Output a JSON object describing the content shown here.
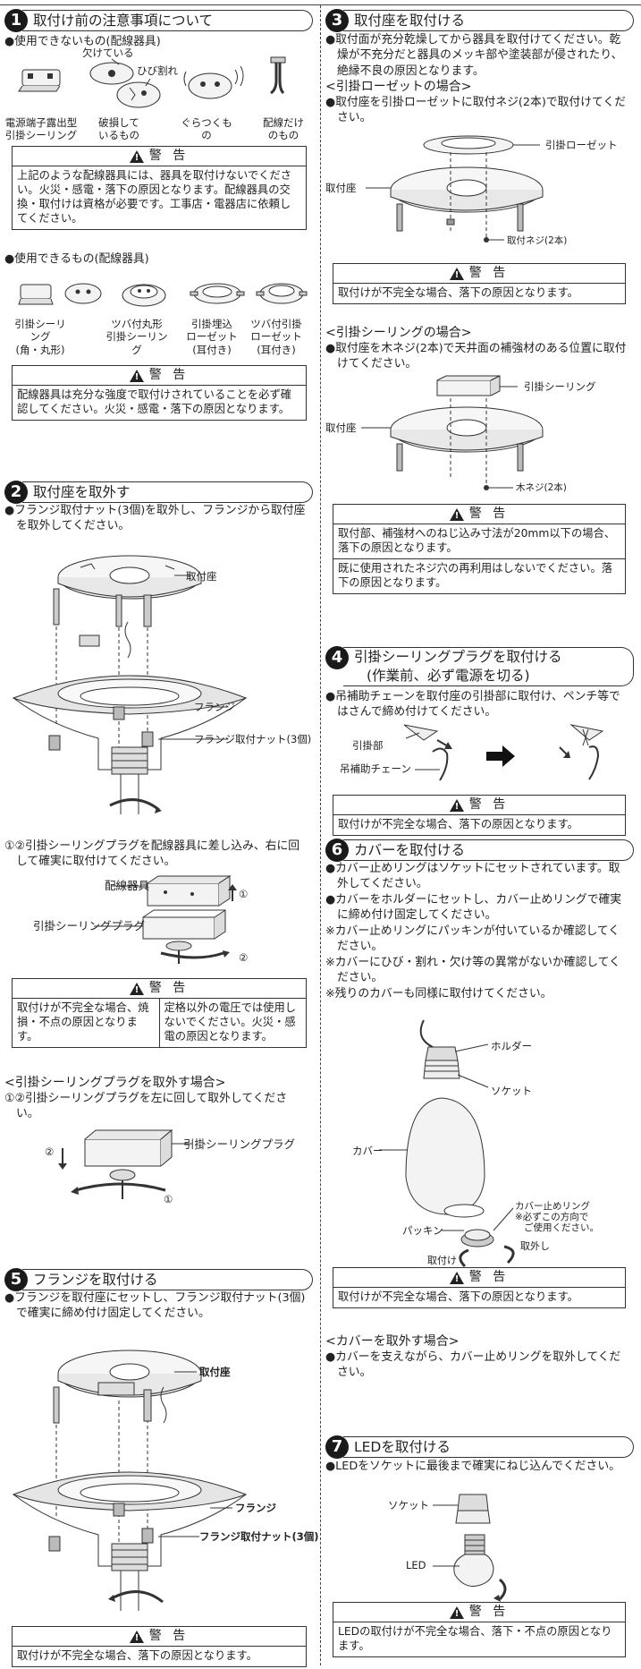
{
  "s1": {
    "num": "1",
    "title": "取付け前の注意事項について",
    "unusable_heading": "●使用できないもの(配線器具)",
    "unusable_items": [
      "電源端子露出型\n引掛シーリング",
      "破損して\nいるもの",
      "ぐらつくもの",
      "配線だけ\nのもの"
    ],
    "crack_labels": [
      "欠けている",
      "ひび割れ"
    ],
    "warn1_title": "警 告",
    "warn1_text": "上記のような配線器具には、器具を取付けないでください。火災・感電・落下の原因となります。配線器具の交換・取付けは資格が必要です。工事店・電器店に依頼してください。",
    "usable_heading": "●使用できるもの(配線器具)",
    "usable_items": [
      "引掛シーリング\n(角・丸形)",
      "ツバ付丸形\n引掛シーリング",
      "引掛埋込\nローゼット\n(耳付き)",
      "ツバ付引掛\nローゼット\n(耳付き)"
    ],
    "warn2_title": "警 告",
    "warn2_text": "配線器具は充分な強度で取付けされていることを必ず確認してください。火災・感電・落下の原因となります。"
  },
  "s2": {
    "num": "2",
    "title": "取付座を取外す",
    "text": "●フランジ取付ナット(3個)を取外し、フランジから取付座を取外してください。",
    "labels": {
      "base": "取付座",
      "flange": "フランジ",
      "nut": "フランジ取付ナット(3個)"
    },
    "plug_text": "①②引掛シーリングプラグを配線器具に差し込み、右に回して確実に取付けてください。",
    "plug_labels": {
      "fixture": "配線器具",
      "plug": "引掛シーリングプラグ",
      "n1": "①",
      "n2": "②"
    },
    "warn_title": "警 告",
    "warn_cells": [
      "取付けが不完全な場合、焼損・不点の原因となります。",
      "定格以外の電圧では使用しないでください。火災・感電の原因となります。"
    ],
    "remove_heading": "<引掛シーリングプラグを取外す場合>",
    "remove_text": "①②引掛シーリングプラグを左に回して取外してください。",
    "remove_labels": {
      "plug": "引掛シーリングプラグ",
      "n1": "①",
      "n2": "②"
    }
  },
  "s5": {
    "num": "5",
    "title": "フランジを取付ける",
    "text": "●フランジを取付座にセットし、フランジ取付ナット(3個)で確実に締め付け固定してください。",
    "labels": {
      "base": "取付座",
      "flange": "フランジ",
      "nut": "フランジ取付ナット(3個)"
    },
    "warn_title": "警 告",
    "warn_text": "取付けが不完全な場合、落下の原因となります。"
  },
  "s3": {
    "num": "3",
    "title": "取付座を取付ける",
    "text": "●取付面が充分乾燥してから器具を取付けてください。乾燥が不充分だと器具のメッキ部や塗装部が侵されたり、絶縁不良の原因となります。",
    "rosette_heading": "<引掛ローゼットの場合>",
    "rosette_text": "●取付座を引掛ローゼットに取付ネジ(2本)で取付けてください。",
    "rosette_labels": {
      "rosette": "引掛ローゼット",
      "base": "取付座",
      "screw": "取付ネジ(2本)"
    },
    "warn1_title": "警 告",
    "warn1_text": "取付けが不完全な場合、落下の原因となります。",
    "ceiling_heading": "<引掛シーリングの場合>",
    "ceiling_text": "●取付座を木ネジ(2本)で天井面の補強材のある位置に取付けてください。",
    "ceiling_labels": {
      "ceiling": "引掛シーリング",
      "base": "取付座",
      "screw": "木ネジ(2本)"
    },
    "warn2_title": "警 告",
    "warn2_texts": [
      "取付部、補強材へのねじ込み寸法が20mm以下の場合、落下の原因となります。",
      "既に使用されたネジ穴の再利用はしないでください。落下の原因となります。"
    ]
  },
  "s4": {
    "num": "4",
    "title_line1": "引掛シーリングプラグを取付ける",
    "title_line2": "(作業前、必ず電源を切る)",
    "text": "●吊補助チェーンを取付座の引掛部に取付け、ペンチ等ではさんで締め付けてください。",
    "labels": {
      "hook": "引掛部",
      "chain": "吊補助チェーン"
    },
    "warn_title": "警 告",
    "warn_text": "取付けが不完全な場合、落下の原因となります。"
  },
  "s6": {
    "num": "6",
    "title": "カバーを取付ける",
    "items": [
      "●カバー止めリングはソケットにセットされています。取外してください。",
      "●カバーをホルダーにセットし、カバー止めリングで確実に締め付け固定してください。",
      "※カバー止めリングにパッキンが付いているか確認してください。",
      "※カバーにひび・割れ・欠け等の異常がないか確認してください。",
      "※残りのカバーも同様に取付けてください。"
    ],
    "labels": {
      "holder": "ホルダー",
      "socket": "ソケット",
      "cover": "カバー",
      "ring": "カバー止めリング",
      "ring_note1": "※必ずこの方向で",
      "ring_note2": "ご使用ください。",
      "packing": "パッキン",
      "attach": "取付け",
      "detach": "取外し"
    },
    "warn_title": "警 告",
    "warn_text": "取付けが不完全な場合、落下の原因となります。",
    "remove_heading": "<カバーを取外す場合>",
    "remove_text": "●カバーを支えながら、カバー止めリングを取外してください。"
  },
  "s7": {
    "num": "7",
    "title": "LEDを取付ける",
    "text": "●LEDをソケットに最後まで確実にねじ込んでください。",
    "labels": {
      "socket": "ソケット",
      "led": "LED"
    },
    "warn_title": "警 告",
    "warn_text": "LEDの取付けが不完全な場合、落下・不点の原因となります。"
  }
}
